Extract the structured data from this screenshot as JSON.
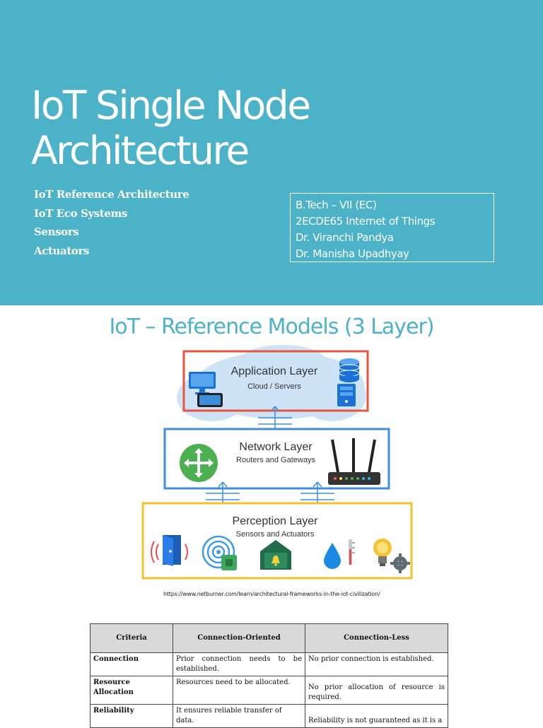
{
  "slide1": {
    "title_line1": "IoT Single Node",
    "title_line2": "Architecture",
    "topics": [
      "IoT Reference Architecture",
      "IoT Eco Systems",
      "Sensors",
      "Actuators"
    ],
    "course_info": [
      "B.Tech – VII (EC)",
      "2ECDE65 Internet of Things",
      "Dr. Viranchi Pandya",
      "Dr. Manisha Upadhyay"
    ],
    "colors": {
      "background": "#4bb2c8",
      "text": "#ffffff"
    }
  },
  "slide2": {
    "title": "IoT – Reference Models (3 Layer)",
    "layers": {
      "application": {
        "title": "Application Layer",
        "subtitle": "Cloud / Servers",
        "border_color": "#e8553c"
      },
      "network": {
        "title": "Network Layer",
        "subtitle": "Routers and Gateways",
        "border_color": "#3d8fde"
      },
      "perception": {
        "title": "Perception Layer",
        "subtitle": "Sensors and Actuators",
        "border_color": "#f2c12e"
      }
    },
    "source_url": "https://www.netburner.com/learn/architectural-frameworks-in-the-iot-civilization/",
    "icons": [
      "monitor-icon",
      "tablet-icon",
      "database-icon",
      "server-icon",
      "router-icon",
      "wifi-router-icon",
      "door-sensor-icon",
      "rfid-sensor-icon",
      "smart-home-alarm-icon",
      "water-drop-icon",
      "thermometer-icon",
      "smart-bulb-icon",
      "gear-icon"
    ]
  },
  "table": {
    "headers": [
      "Criteria",
      "Connection-Oriented",
      "Connection-Less"
    ],
    "rows": [
      {
        "criteria": "Connection",
        "oriented": "Prior connection needs to be established.",
        "less": "No prior connection is established."
      },
      {
        "criteria": "Resource Allocation",
        "oriented": "Resources need to be allocated.",
        "less": "No prior allocation of resource is required."
      },
      {
        "criteria": "Reliability",
        "oriented": "It ensures reliable transfer of data.",
        "less": "Reliability is not guaranteed as it is a"
      }
    ]
  }
}
